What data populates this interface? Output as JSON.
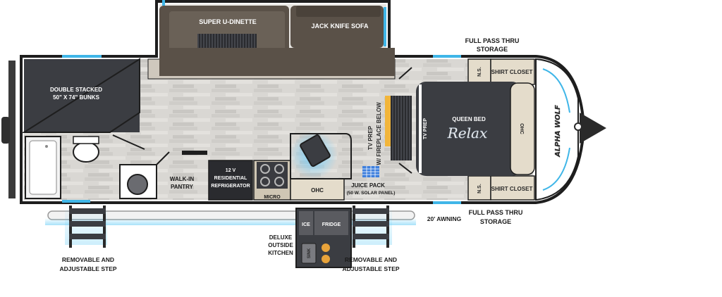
{
  "labels": {
    "super_u_dinette": "SUPER U-DINETTE",
    "jack_knife_sofa": "JACK KNIFE SOFA",
    "full_pass_thru_top_1": "FULL PASS THRU",
    "full_pass_thru_top_2": "STORAGE",
    "bunks_1": "DOUBLE STACKED",
    "bunks_2": "50\" X 74\" BUNKS",
    "tv_prep_fireplace_1": "TV PREP",
    "tv_prep_fireplace_2": "W/ FIREPLACE BELOW",
    "tv_prep": "TV PREP",
    "ns_top": "N.S.",
    "shirt_closet_top": "SHIRT CLOSET",
    "queen_bed": "QUEEN BED",
    "relax": "Relax",
    "ohc_bedroom": "OHC",
    "brand_badge": "ALPHA WOLF",
    "ns_bottom": "N.S.",
    "shirt_closet_bottom": "SHIRT CLOSET",
    "walk_in_pantry_1": "WALK-IN",
    "walk_in_pantry_2": "PANTRY",
    "refrigerator_1": "12 V",
    "refrigerator_2": "RESIDENTIAL",
    "refrigerator_3": "REFRIGERATOR",
    "micro": "MICRO",
    "ohc_kitchen": "OHC",
    "juice_pack_1": "JUICE PACK",
    "juice_pack_2": "(50 W. SOLAR PANEL)",
    "full_pass_thru_bottom_1": "FULL PASS THRU",
    "full_pass_thru_bottom_2": "STORAGE",
    "awning": "20' AWNING",
    "ice": "ICE",
    "fridge": "FRIDGE",
    "sink": "SINK",
    "outside_kitchen_1": "DELUXE",
    "outside_kitchen_2": "OUTSIDE",
    "outside_kitchen_3": "KITCHEN",
    "step_left_1": "REMOVABLE AND",
    "step_left_2": "ADJUSTABLE STEP",
    "step_right_1": "REMOVABLE AND",
    "step_right_2": "ADJUSTABLE STEP"
  },
  "colors": {
    "floor_wood": "#d8d6d2",
    "dark_furniture": "#3b3d42",
    "sofa_brown": "#5b5147",
    "cabinet_tan": "#e4dccb",
    "accent_blue": "#3fb6e8",
    "outline": "#1e1e1e"
  }
}
